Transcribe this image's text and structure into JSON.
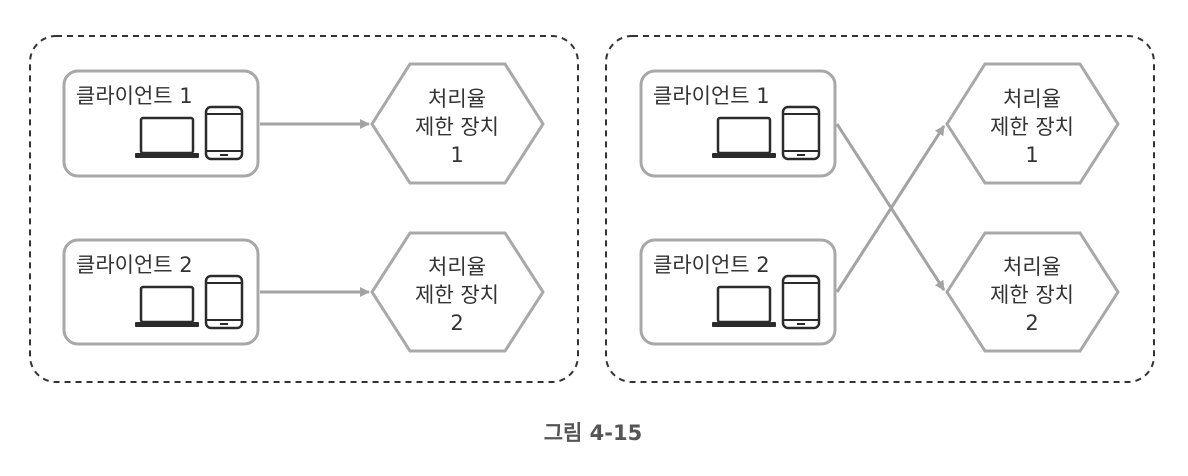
{
  "caption": "그림 4-15",
  "colors": {
    "box_stroke": "#a8a8a8",
    "arrow": "#a3a3a3",
    "text": "#333333",
    "device": "#2b2b2b",
    "dashed_frame": "#333333"
  },
  "left_panel": {
    "clients": [
      {
        "label": "클라이언트 1"
      },
      {
        "label": "클라이언트 2"
      }
    ],
    "limiters": [
      {
        "line1": "처리율",
        "line2": "제한 장치",
        "line3": "1"
      },
      {
        "line1": "처리율",
        "line2": "제한 장치",
        "line3": "2"
      }
    ]
  },
  "right_panel": {
    "clients": [
      {
        "label": "클라이언트 1"
      },
      {
        "label": "클라이언트 2"
      }
    ],
    "limiters": [
      {
        "line1": "처리율",
        "line2": "제한 장치",
        "line3": "1"
      },
      {
        "line1": "처리율",
        "line2": "제한 장치",
        "line3": "2"
      }
    ]
  }
}
